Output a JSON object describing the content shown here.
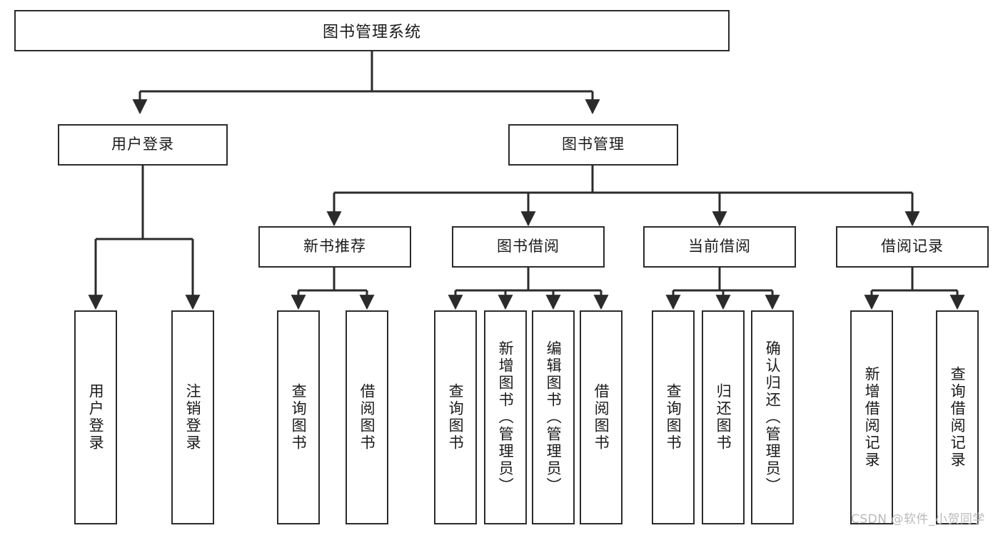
{
  "diagram": {
    "title": "图书管理系统",
    "watermark": "CSDN @软件_小贺同学",
    "colors": {
      "stroke": "#2b2b2b",
      "fill": "#ffffff",
      "text": "#1a1a1a",
      "watermark": "#b9b9b9"
    },
    "levels": {
      "root": {
        "label": "图书管理系统"
      },
      "level2": [
        {
          "label": "用户登录"
        },
        {
          "label": "图书管理"
        }
      ],
      "level3": [
        {
          "label": "新书推荐"
        },
        {
          "label": "图书借阅"
        },
        {
          "label": "当前借阅"
        },
        {
          "label": "借阅记录"
        }
      ],
      "leaves": {
        "user_login": [
          {
            "label": "用户登录"
          },
          {
            "label": "注销登录"
          }
        ],
        "new_book": [
          {
            "label": "查询图书"
          },
          {
            "label": "借阅图书"
          }
        ],
        "borrow_book": [
          {
            "label": "查询图书"
          },
          {
            "label": "新增图书（管理员）"
          },
          {
            "label": "编辑图书（管理员）"
          },
          {
            "label": "借阅图书"
          }
        ],
        "current_borrow": [
          {
            "label": "查询图书"
          },
          {
            "label": "归还图书"
          },
          {
            "label": "确认归还（管理员）"
          }
        ],
        "borrow_record": [
          {
            "label": "新增借阅记录"
          },
          {
            "label": "查询借阅记录"
          }
        ]
      }
    }
  }
}
